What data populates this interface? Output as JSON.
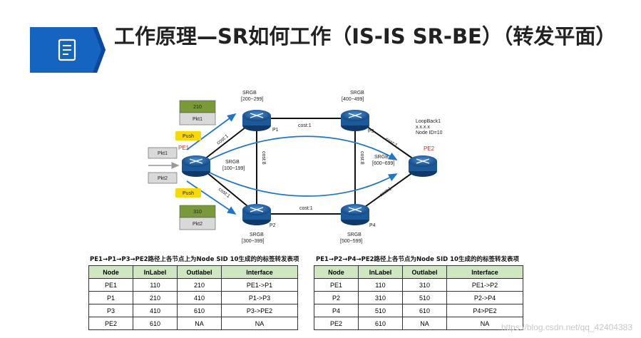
{
  "title": "工作原理—SR如何工作（IS-IS SR-BE）（转发平面）",
  "icon": "document-list-icon",
  "nodes": {
    "P1": {
      "label": "P1",
      "srgb_title": "SRGB",
      "srgb_range": "[200~299]"
    },
    "P3": {
      "label": "P3",
      "srgb_title": "SRGB",
      "srgb_range": "[400~499]"
    },
    "PE1": {
      "label": "PE1",
      "srgb_title": "SRGB",
      "srgb_range": "[100~199]"
    },
    "PE2": {
      "label": "PE2",
      "srgb_title": "SRGB",
      "srgb_range": "[600~699]",
      "info": [
        "LoopBack1",
        "x.x.x.x",
        "Node ID=10"
      ]
    },
    "P2": {
      "label": "P2",
      "srgb_title": "SRGB",
      "srgb_range": "[300~399]"
    },
    "P4": {
      "label": "P4",
      "srgb_title": "SRGB",
      "srgb_range": "[500~599]"
    }
  },
  "links": {
    "pe1_p1": "cost:1",
    "p1_p3": "cost:1",
    "p3_pe2": "cost:1",
    "p1_p2": "cost:8",
    "p3_p4": "cost:8",
    "pe1_p2": "cost:1",
    "p2_p4": "cost:1",
    "p4_pe2": "cost:1"
  },
  "packets": {
    "top_label": "210",
    "top_pkt": "Pkt1",
    "push_top": "Push",
    "in_top": "Pkt1",
    "in_bottom": "Pkt2",
    "push_bottom": "Push",
    "bottom_label": "310",
    "bottom_pkt": "Pkt2"
  },
  "tables": [
    {
      "caption": "PE1→P1→P3→PE2路径上各节点上为Node SID 10生成的的标签转发表项",
      "headers": [
        "Node",
        "InLabel",
        "Outlabel",
        "Interface"
      ],
      "rows": [
        [
          "PE1",
          "110",
          "210",
          "PE1->P1"
        ],
        [
          "P1",
          "210",
          "410",
          "P1->P3"
        ],
        [
          "P3",
          "410",
          "610",
          "P3->PE2"
        ],
        [
          "PE2",
          "610",
          "NA",
          "NA"
        ]
      ]
    },
    {
      "caption": "PE1→P2→P4→PE2路径上各节点为Node SID 10生成的的标签转发表项",
      "headers": [
        "Node",
        "InLabel",
        "Outlabel",
        "Interface"
      ],
      "rows": [
        [
          "PE1",
          "110",
          "310",
          "PE1->P2"
        ],
        [
          "P2",
          "310",
          "510",
          "P2->P4"
        ],
        [
          "P4",
          "510",
          "610",
          "P4>PE2"
        ],
        [
          "PE2",
          "610",
          "NA",
          "NA"
        ]
      ]
    }
  ],
  "watermark": "https://blog.csdn.net/qq_42404383",
  "colors": {
    "accent": "#1565c0",
    "label_green": "#7a9a3a",
    "push_yellow": "#f5d90a",
    "header_green": "#cfe7c0"
  }
}
